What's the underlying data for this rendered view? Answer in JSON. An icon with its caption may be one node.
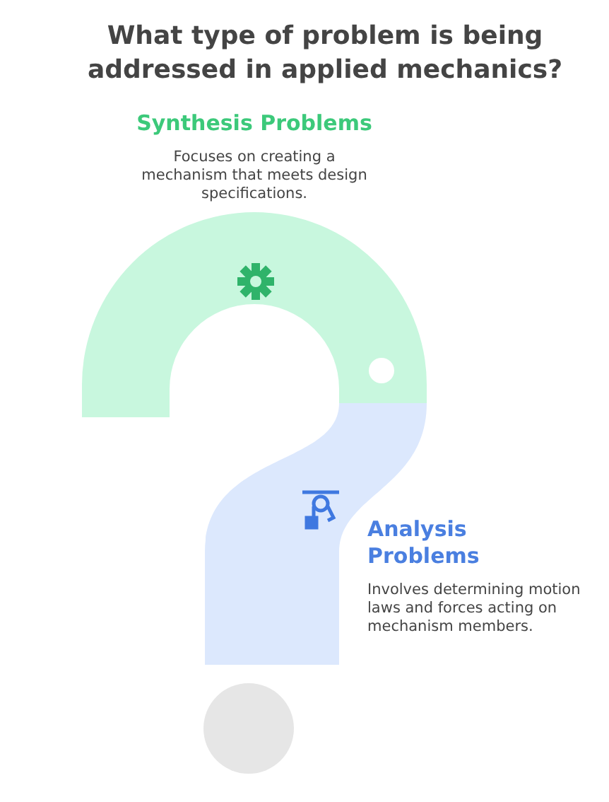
{
  "diagram": {
    "title": "What type of problem is being addressed in applied mechanics?",
    "nodes": [
      {
        "text": [
          "Synthesis Problems",
          "Focuses on creating a mechanism that meets design specifications."
        ]
      },
      {
        "text": [
          "Analysis Problems",
          "Involves determining motion laws and forces acting on mechanism members."
        ]
      }
    ],
    "edges": []
  }
}
